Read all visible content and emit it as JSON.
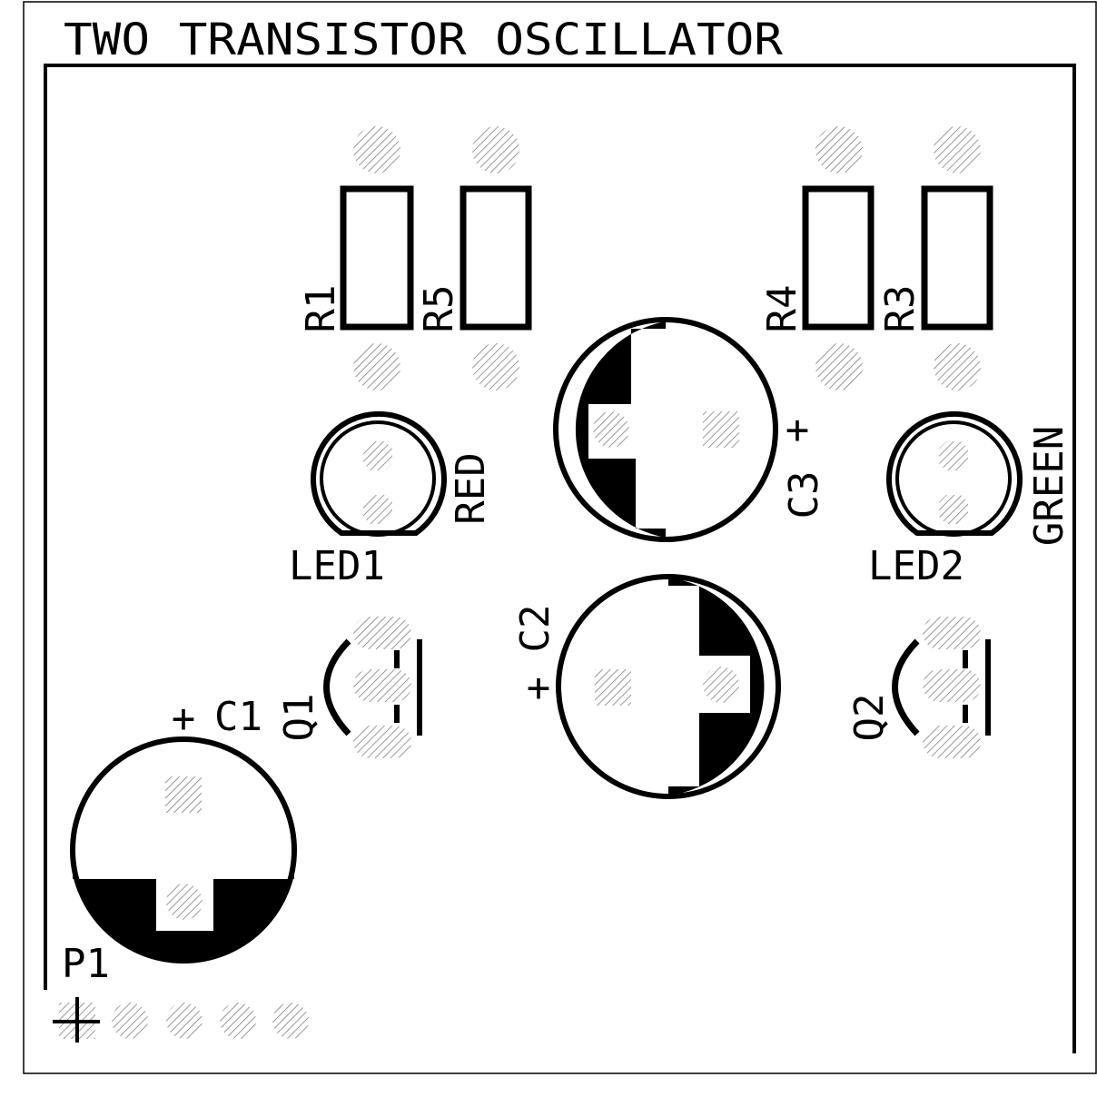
{
  "colors": {
    "background": "#ffffff",
    "silkscreen": "#000000",
    "pad_fill": "#ffffff",
    "pad_hatch": "#777777"
  },
  "board": {
    "title": "TWO TRANSISTOR OSCILLATOR"
  },
  "labels": {
    "r1": "R1",
    "r5": "R5",
    "r4": "R4",
    "r3": "R3",
    "c1": "C1",
    "c2": "C2",
    "c3": "C3",
    "c1_polarity": "+",
    "c2_polarity": "+",
    "c3_polarity": "+",
    "led1": "LED1",
    "led2": "LED2",
    "red": "RED",
    "green": "GREEN",
    "q1": "Q1",
    "q2": "Q2",
    "p1": "P1"
  }
}
